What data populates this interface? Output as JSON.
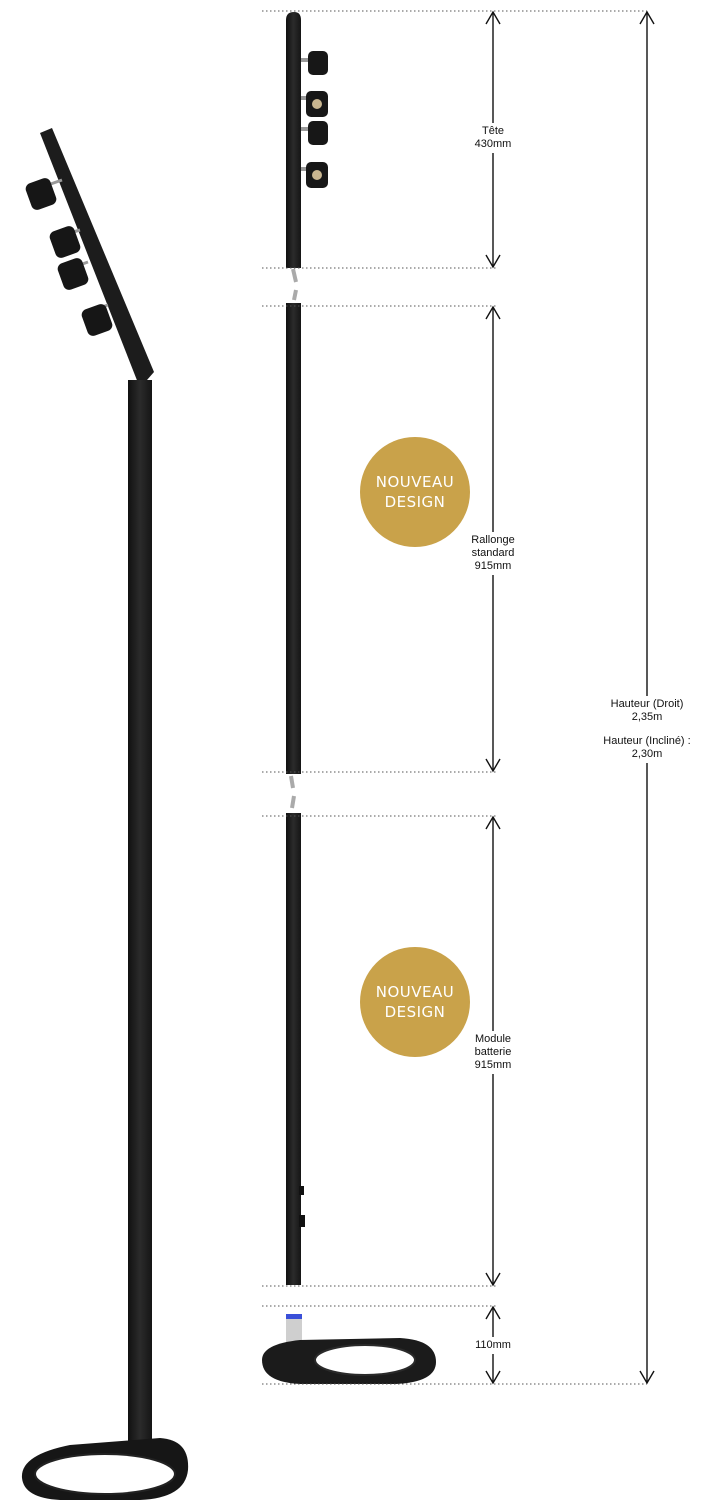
{
  "diagram": {
    "segments": [
      {
        "name": "Tête",
        "size": "430mm"
      },
      {
        "name": [
          "Rallonge",
          "standard"
        ],
        "size": "915mm"
      },
      {
        "name": [
          "Module",
          "batterie"
        ],
        "size": "915mm"
      },
      {
        "name": "",
        "size": "110mm"
      }
    ],
    "total": {
      "straight_label": "Hauteur (Droit)",
      "straight_value": "2,35m",
      "inclined_label": "Hauteur (Incliné) :",
      "inclined_value": "2,30m"
    },
    "badges": [
      {
        "line1": "NOUVEAU",
        "line2": "DESIGN"
      },
      {
        "line1": "NOUVEAU",
        "line2": "DESIGN"
      }
    ],
    "colors": {
      "badge": "#c9a24a",
      "pole": "#1e1e1e",
      "battery_led": "#3a4fd8"
    }
  }
}
